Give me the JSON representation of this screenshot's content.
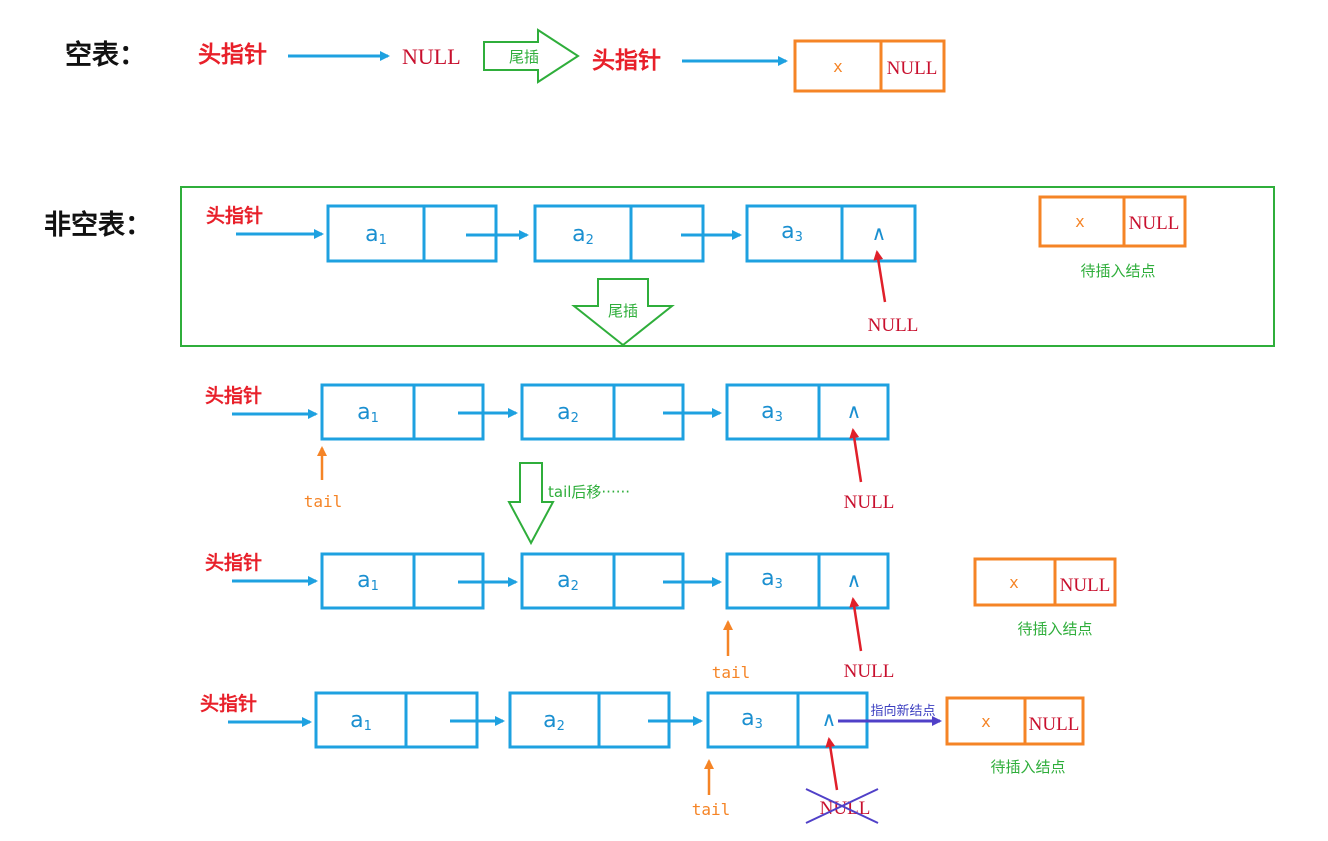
{
  "labels": {
    "empty_list": "空表：",
    "nonempty_list": "非空表：",
    "head_pointer": "头指针",
    "null": "NULL",
    "tail_insert": "尾插",
    "x": "x",
    "pending_node": "待插入结点",
    "tail": "tail",
    "tail_move": "tail后移······",
    "point_new_node": "指向新结点",
    "wedge": "∧"
  },
  "nodes": {
    "a1": {
      "base": "a",
      "sub": "1"
    },
    "a2": {
      "base": "a",
      "sub": "2"
    },
    "a3": {
      "base": "a",
      "sub": "3"
    }
  },
  "colors": {
    "node_blue": "#1ea1e0",
    "new_node_orange": "#f58426",
    "head_red": "#e8202a",
    "green": "#2fae3b",
    "purple": "#5040c8"
  }
}
